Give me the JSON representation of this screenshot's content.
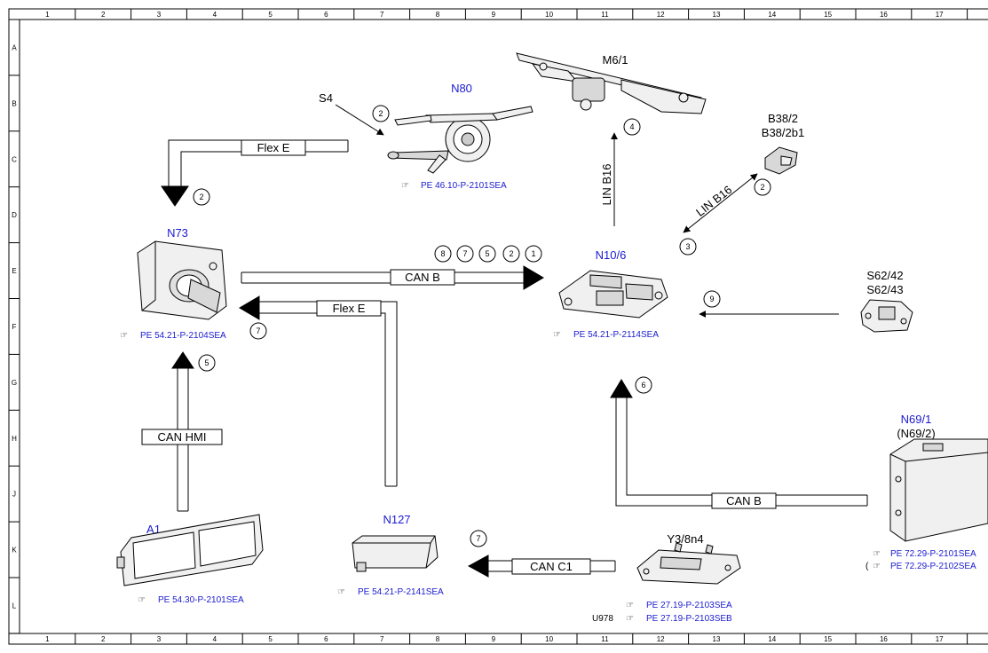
{
  "grid": {
    "columns": [
      "1",
      "2",
      "3",
      "4",
      "5",
      "6",
      "7",
      "8",
      "9",
      "10",
      "11",
      "12",
      "13",
      "14",
      "15",
      "16",
      "17"
    ],
    "rows": [
      "A",
      "B",
      "C",
      "D",
      "E",
      "F",
      "G",
      "H",
      "J",
      "K",
      "L"
    ]
  },
  "components": {
    "n80": {
      "label": "N80",
      "ref": "PE 46.10-P-2101SEA"
    },
    "s4": {
      "label": "S4"
    },
    "m6_1": {
      "label": "M6/1"
    },
    "b38_2": {
      "label": "B38/2",
      "sublabel": "B38/2b1"
    },
    "n73": {
      "label": "N73",
      "ref": "PE 54.21-P-2104SEA"
    },
    "n10_6": {
      "label": "N10/6",
      "ref": "PE 54.21-P-2114SEA"
    },
    "s62": {
      "label": "S62/42",
      "sublabel": "S62/43"
    },
    "n69_1": {
      "label": "N69/1",
      "sublabel": "(N69/2)",
      "ref1": "PE 72.29-P-2101SEA",
      "ref2": "PE 72.29-P-2102SEA",
      "ref2_prefix": "("
    },
    "a1": {
      "label": "A1",
      "ref": "PE 54.30-P-2101SEA"
    },
    "n127": {
      "label": "N127",
      "ref": "PE 54.21-P-2141SEA"
    },
    "y3_8n4": {
      "label": "Y3/8n4",
      "ref1": "PE 27.19-P-2103SEA",
      "ref2": "PE 27.19-P-2103SEB",
      "prefix": "U978"
    }
  },
  "buses": {
    "flex_e_top": "Flex E",
    "can_b_main": "CAN B",
    "flex_e_mid": "Flex E",
    "can_hmi": "CAN HMI",
    "lin_b16_vertical": "LIN B16",
    "lin_b16_diag": "LIN B16",
    "can_b_lower": "CAN B",
    "can_c1": "CAN C1"
  },
  "markers": {
    "s4_to_n80": "2",
    "flex_e_down": "2",
    "m6_lin": "4",
    "b38_lin": "2",
    "n10_lin": "3",
    "can_b_series": [
      "8",
      "7",
      "5",
      "2",
      "1"
    ],
    "s62_arrow": "9",
    "flex_e_n73": "7",
    "can_hmi_up": "5",
    "can_b_up": "6",
    "can_c1_left": "7"
  }
}
